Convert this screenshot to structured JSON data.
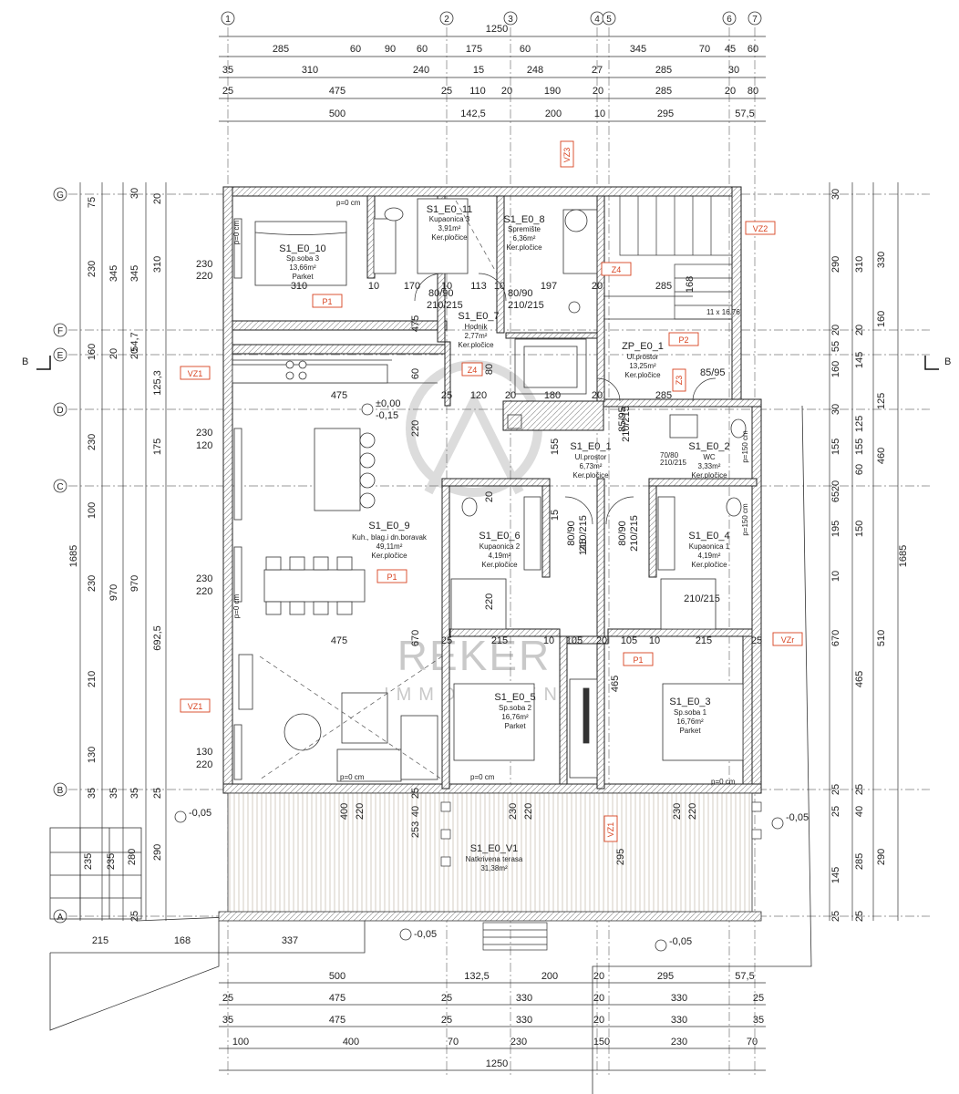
{
  "watermark": {
    "brand": "REKER",
    "subtitle": "IMMOBILIEN"
  },
  "section_marker": {
    "left": "B",
    "right": "B"
  },
  "axes": {
    "columns": [
      "1",
      "2",
      "3",
      "4",
      "5",
      "6",
      "7"
    ],
    "rows": [
      "G",
      "F",
      "E",
      "D",
      "C",
      "B",
      "A"
    ]
  },
  "top_dims": {
    "total": "1250",
    "row1": [
      "285",
      "60",
      "90",
      "60",
      "175",
      "60",
      "345",
      "70",
      "45",
      "60"
    ],
    "row2": [
      "35",
      "310",
      "240",
      "15",
      "248",
      "27",
      "285",
      "30"
    ],
    "row3": [
      "25",
      "475",
      "25",
      "110",
      "20",
      "190",
      "20",
      "285",
      "20",
      "80"
    ],
    "row4": [
      "500",
      "142,5",
      "200",
      "10",
      "295",
      "57,5"
    ]
  },
  "bottom_dims": {
    "row1": [
      "500",
      "132,5",
      "200",
      "20",
      "295",
      "57,5"
    ],
    "row2": [
      "25",
      "475",
      "25",
      "330",
      "20",
      "330",
      "25"
    ],
    "row3": [
      "35",
      "475",
      "25",
      "330",
      "20",
      "330",
      "35"
    ],
    "row4": [
      "100",
      "400",
      "70",
      "230",
      "150",
      "230",
      "70"
    ],
    "total": "1250"
  },
  "left_dims": {
    "outer": "1685",
    "col_a": [
      "75",
      "230",
      "160",
      "230",
      "100",
      "230",
      "210",
      "130",
      "35"
    ],
    "col_b": [
      "345",
      "20",
      "970",
      "35"
    ],
    "col_c": [
      "30",
      "345",
      "20",
      "54,7",
      "970",
      "35"
    ],
    "col_d": [
      "20",
      "310",
      "125,3",
      "175",
      "692,5",
      "25"
    ],
    "col_e": [
      "290",
      "25"
    ]
  },
  "right_dims": {
    "outer": "1685",
    "col_a": [
      "30",
      "290",
      "20",
      "55",
      "160",
      "30",
      "155",
      "20",
      "65",
      "195",
      "10",
      "670",
      "25",
      "25",
      "145",
      "25"
    ],
    "col_b": [
      "310",
      "20",
      "145",
      "125",
      "155",
      "60",
      "150",
      "465",
      "25",
      "40",
      "285",
      "25"
    ],
    "col_c": [
      "330",
      "460",
      "125",
      "160",
      "510",
      "290"
    ]
  },
  "window_dims": [
    {
      "w": "230",
      "h": "220"
    },
    {
      "w": "230",
      "h": "120"
    },
    {
      "w": "230",
      "h": "220"
    },
    {
      "w": "130",
      "h": "220"
    }
  ],
  "levels": [
    "±0,00",
    "-0,15",
    "-0,05",
    "-0,05",
    "-0,05",
    "-0,05"
  ],
  "rooms": [
    {
      "id": "S1_E0_10",
      "name": "Sp.soba 3",
      "area": "13,66m²",
      "floor": "Parket"
    },
    {
      "id": "S1_E0_11",
      "name": "Kupaonica 3",
      "area": "3,91m²",
      "floor": "Ker.pločice"
    },
    {
      "id": "S1_E0_8",
      "name": "Spremište",
      "area": "6,36m²",
      "floor": "Ker.pločice"
    },
    {
      "id": "S1_E0_7",
      "name": "Hodnik",
      "area": "2,77m²",
      "floor": "Ker.pločice"
    },
    {
      "id": "ZP_E0_1",
      "name": "Ul.prostor",
      "area": "13,25m²",
      "floor": "Ker.pločice"
    },
    {
      "id": "S1_E0_1",
      "name": "Ul.prostor",
      "area": "6,73m²",
      "floor": "Ker.pločice"
    },
    {
      "id": "S1_E0_2",
      "name": "WC",
      "area": "3,33m²",
      "floor": "Ker.pločice"
    },
    {
      "id": "S1_E0_9",
      "name": "Kuh., blag.i dn.boravak",
      "area": "49,11m²",
      "floor": "Ker.pločice"
    },
    {
      "id": "S1_E0_6",
      "name": "Kupaonica 2",
      "area": "4,19m²",
      "floor": "Ker.pločice"
    },
    {
      "id": "S1_E0_4",
      "name": "Kupaonica 1",
      "area": "4,19m²",
      "floor": "Ker.pločice"
    },
    {
      "id": "S1_E0_5",
      "name": "Sp.soba 2",
      "area": "16,76m²",
      "floor": "Parket"
    },
    {
      "id": "S1_E0_3",
      "name": "Sp.soba 1",
      "area": "16,76m²",
      "floor": "Parket"
    },
    {
      "id": "S1_E0_V1",
      "name": "Natkrivena terasa",
      "area": "31,38m²",
      "floor": ""
    }
  ],
  "tags": [
    "VZ3",
    "VZ2",
    "Z4",
    "P1",
    "P2",
    "Z3",
    "Z4",
    "VZ1",
    "P1",
    "VZr",
    "P1",
    "VZ1",
    "VZ1"
  ],
  "door_labels": [
    "80/90",
    "210/215",
    "80/90",
    "210/215",
    "85/95",
    "210/215",
    "85/95",
    "210/215",
    "80/90",
    "210/215",
    "80/90",
    "210/215",
    "70/80",
    "210/215"
  ],
  "inner_dims": [
    "475",
    "475",
    "475",
    "25",
    "120",
    "20",
    "180",
    "20",
    "285",
    "220",
    "60",
    "310",
    "10",
    "170",
    "10",
    "113",
    "10",
    "197",
    "20",
    "155",
    "15",
    "220",
    "80",
    "25",
    "20",
    "215",
    "10",
    "105",
    "20",
    "105",
    "10",
    "215",
    "25",
    "670",
    "465",
    "145",
    "400",
    "220",
    "230",
    "220",
    "230",
    "220",
    "295",
    "253",
    "25",
    "40"
  ],
  "stair_dims": [
    "235",
    "235",
    "280"
  ],
  "cm_labels": [
    "p=0 cm",
    "p=0 cm",
    "p=0 cm",
    "p=0 cm",
    "p=0 cm",
    "p=150 cm",
    "p=150 cm",
    "p=0 cm"
  ],
  "cabinet": {
    "dim": "285",
    "x": "168",
    "y": "11 x 16.76"
  }
}
